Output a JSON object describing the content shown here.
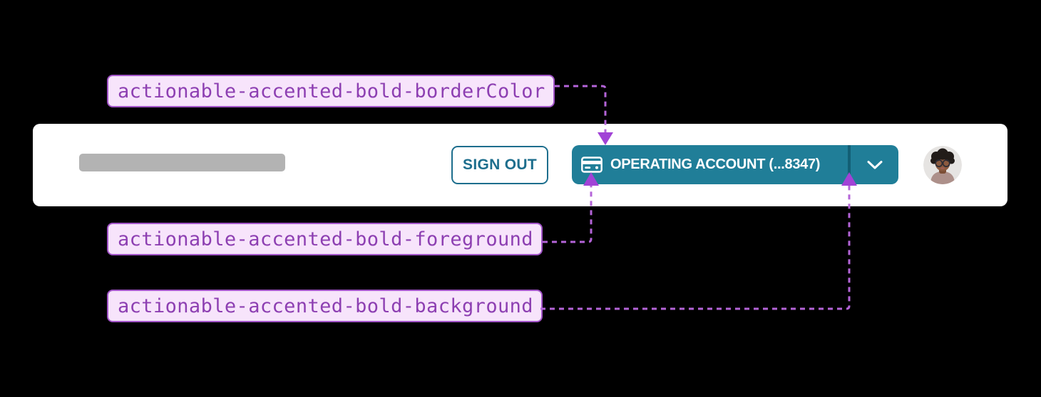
{
  "colors": {
    "canvas_bg": "#000000",
    "card_bg": "#ffffff",
    "placeholder_gray": "#b3b3b3",
    "signout_teal": "#1d6e8d",
    "accent_teal": "#207e98",
    "accent_teal_dark": "#135f75",
    "token_bg": "#f7e4fb",
    "token_border": "#a254c8",
    "token_text": "#8d3fb2",
    "connector": "#b464d8",
    "arrow": "#a143d6",
    "avatar_bg": "#e6e4e2"
  },
  "annotations": [
    {
      "label": "actionable-accented-bold-borderColor",
      "target": "account-button-top-border"
    },
    {
      "label": "actionable-accented-bold-foreground",
      "target": "account-button-icon-and-text"
    },
    {
      "label": "actionable-accented-bold-background",
      "target": "account-button-background"
    }
  ],
  "header_bar": {
    "sign_out_button": {
      "label": "SIGN OUT"
    },
    "account_button": {
      "label": "OPERATING ACCOUNT (...8347)",
      "leading_icon": "credit-card-icon",
      "trailing_icon": "chevron-down-icon"
    },
    "avatar": {
      "icon": "user-avatar"
    }
  }
}
